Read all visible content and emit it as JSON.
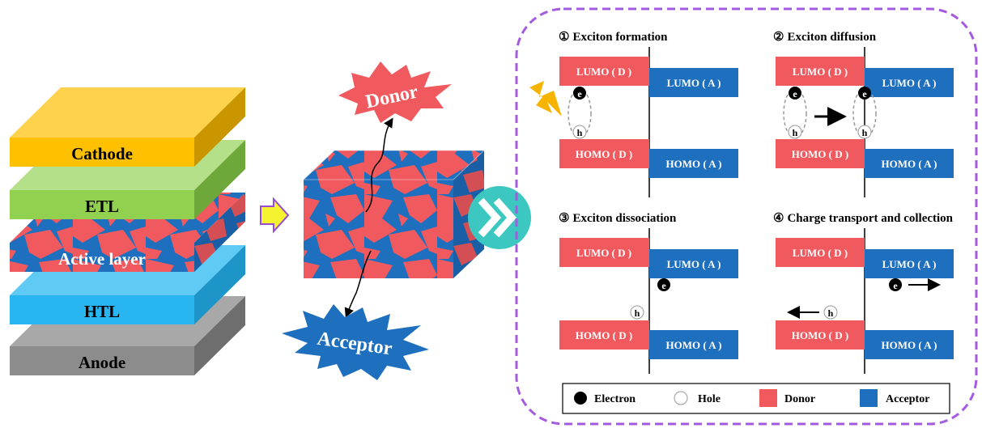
{
  "stack": {
    "layers": [
      {
        "label": "Cathode",
        "color": "#FFC000"
      },
      {
        "label": "ETL",
        "color": "#92D050"
      },
      {
        "label": "Active layer",
        "color": "#1F6FBF"
      },
      {
        "label": "HTL",
        "color": "#29B6F0"
      },
      {
        "label": "Anode",
        "color": "#8C8C8C"
      }
    ]
  },
  "blend": {
    "donor_label": "Donor",
    "acceptor_label": "Acceptor",
    "donor_color": "#F05A5F",
    "acceptor_color": "#1F6FBF"
  },
  "panels": [
    {
      "num": "①",
      "title": "Exciton formation"
    },
    {
      "num": "②",
      "title": "Exciton diffusion"
    },
    {
      "num": "③",
      "title": "Exciton dissociation"
    },
    {
      "num": "④",
      "title": "Charge transport and collection"
    }
  ],
  "levels": {
    "lumo_d": "LUMO ( D )",
    "homo_d": "HOMO ( D )",
    "lumo_a": "LUMO ( A )",
    "homo_a": "HOMO ( A )"
  },
  "carriers": {
    "electron_symbol": "e",
    "hole_symbol": "h"
  },
  "legend": {
    "electron": "Electron",
    "hole": "Hole",
    "donor": "Donor",
    "acceptor": "Acceptor"
  },
  "colors": {
    "frame": "#A45BE0",
    "next_circle": "#3CC8C0",
    "arrow_fill": "#F5F230",
    "arrow_stroke": "#9A4BCF",
    "flash": "#F6B400"
  }
}
